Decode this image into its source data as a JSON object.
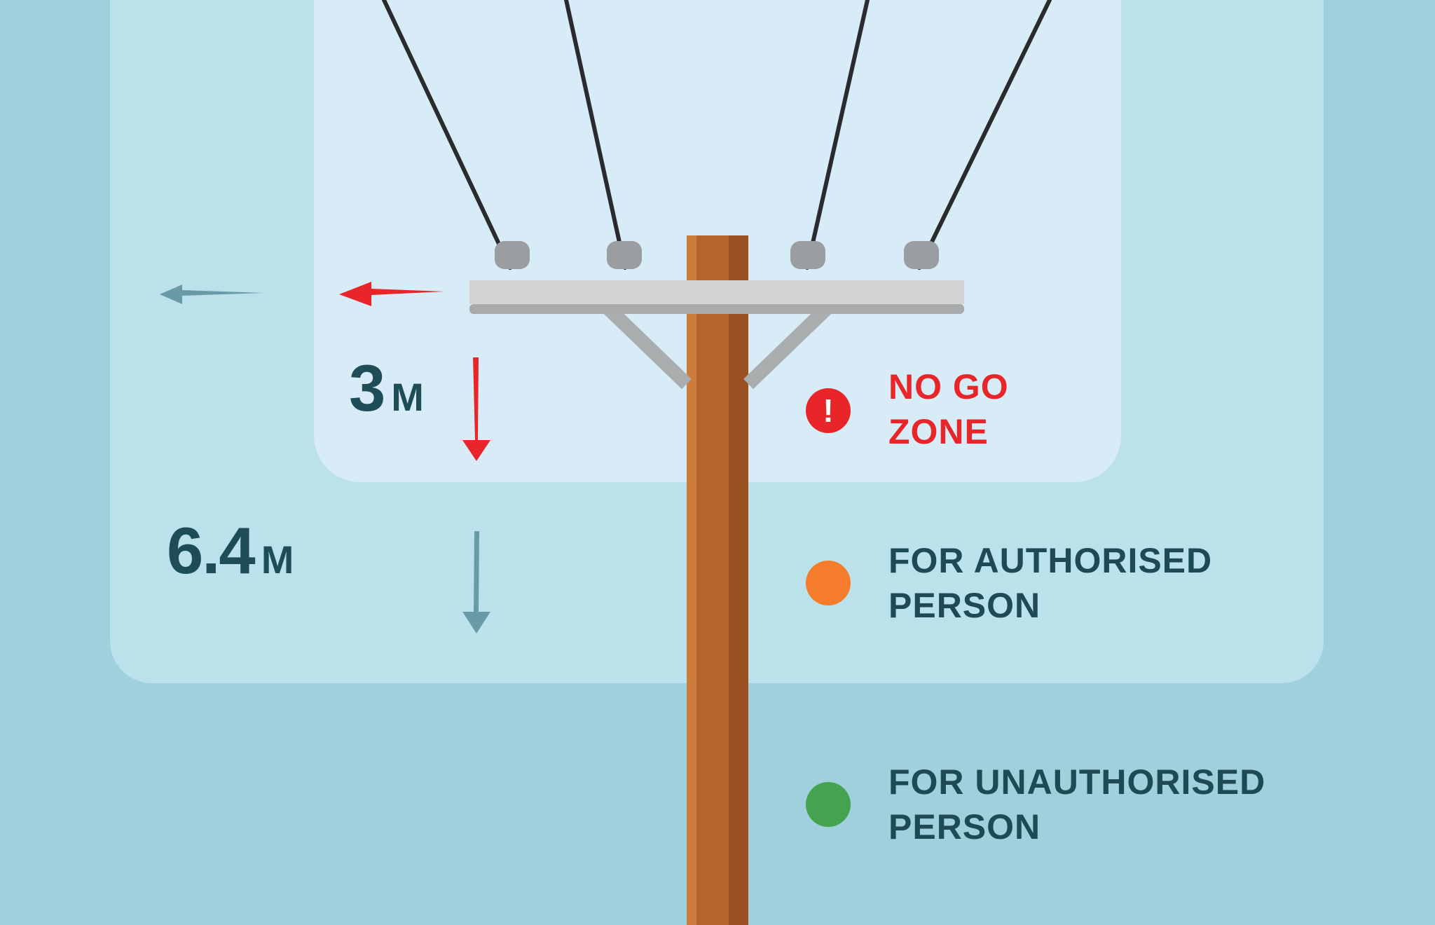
{
  "zones": {
    "no_go": {
      "distance_value": "3",
      "distance_unit": "M",
      "label_line1": "NO GO",
      "label_line2": "ZONE",
      "icon": "exclamation-icon",
      "icon_glyph": "!",
      "color": "#e8262a"
    },
    "authorised": {
      "distance_value": "6.4",
      "distance_unit": "M",
      "label_line1": "FOR AUTHORISED",
      "label_line2": "PERSON",
      "color": "#f47c2c"
    },
    "unauthorised": {
      "label_line1": "FOR UNAUTHORISED",
      "label_line2": "PERSON",
      "color": "#45a24f"
    }
  },
  "colors": {
    "background": "#9fd0dc",
    "outer_zone": "#bbe1ea",
    "inner_zone": "#d8ecf7",
    "pole": "#b5652a",
    "crossarm": "#d4d4d2",
    "text_dark": "#1f4d57",
    "arrow_red": "#e8262a",
    "arrow_teal": "#6a9aa6"
  }
}
